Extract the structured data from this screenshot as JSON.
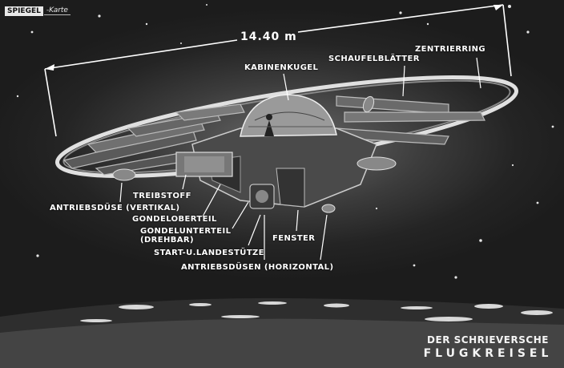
{
  "brand": {
    "part1": "SPIEGEL",
    "part2": "-Karte"
  },
  "dimension": "14.40 m",
  "labels": {
    "kabinenkugel": "KABINENKUGEL",
    "schaufelblaetter": "SCHAUFELBLÄTTER",
    "zentrierring": "ZENTRIERRING",
    "treibstoff": "TREIBSTOFF",
    "antriebsduese_vertikal": "ANTRIEBSDÜSE (VERTIKAL)",
    "gondeloberteil": "GONDELOBERTEIL",
    "gondelunterteil": "GONDELUNTERTEIL\n(DREHBAR)",
    "start_landestuetze": "START-U.LANDESTÜTZE",
    "fenster": "FENSTER",
    "antriebsduesen_horizontal": "ANTRIEBSDÜSEN (HORIZONTAL)"
  },
  "title": {
    "line1": "DER SCHRIEVERSCHE",
    "line2": "FLUGKREISEL"
  },
  "colors": {
    "background": "#1c1c1c",
    "glow": "#6a6a6a",
    "ink": "#ffffff",
    "water": "#d8d8d8"
  }
}
